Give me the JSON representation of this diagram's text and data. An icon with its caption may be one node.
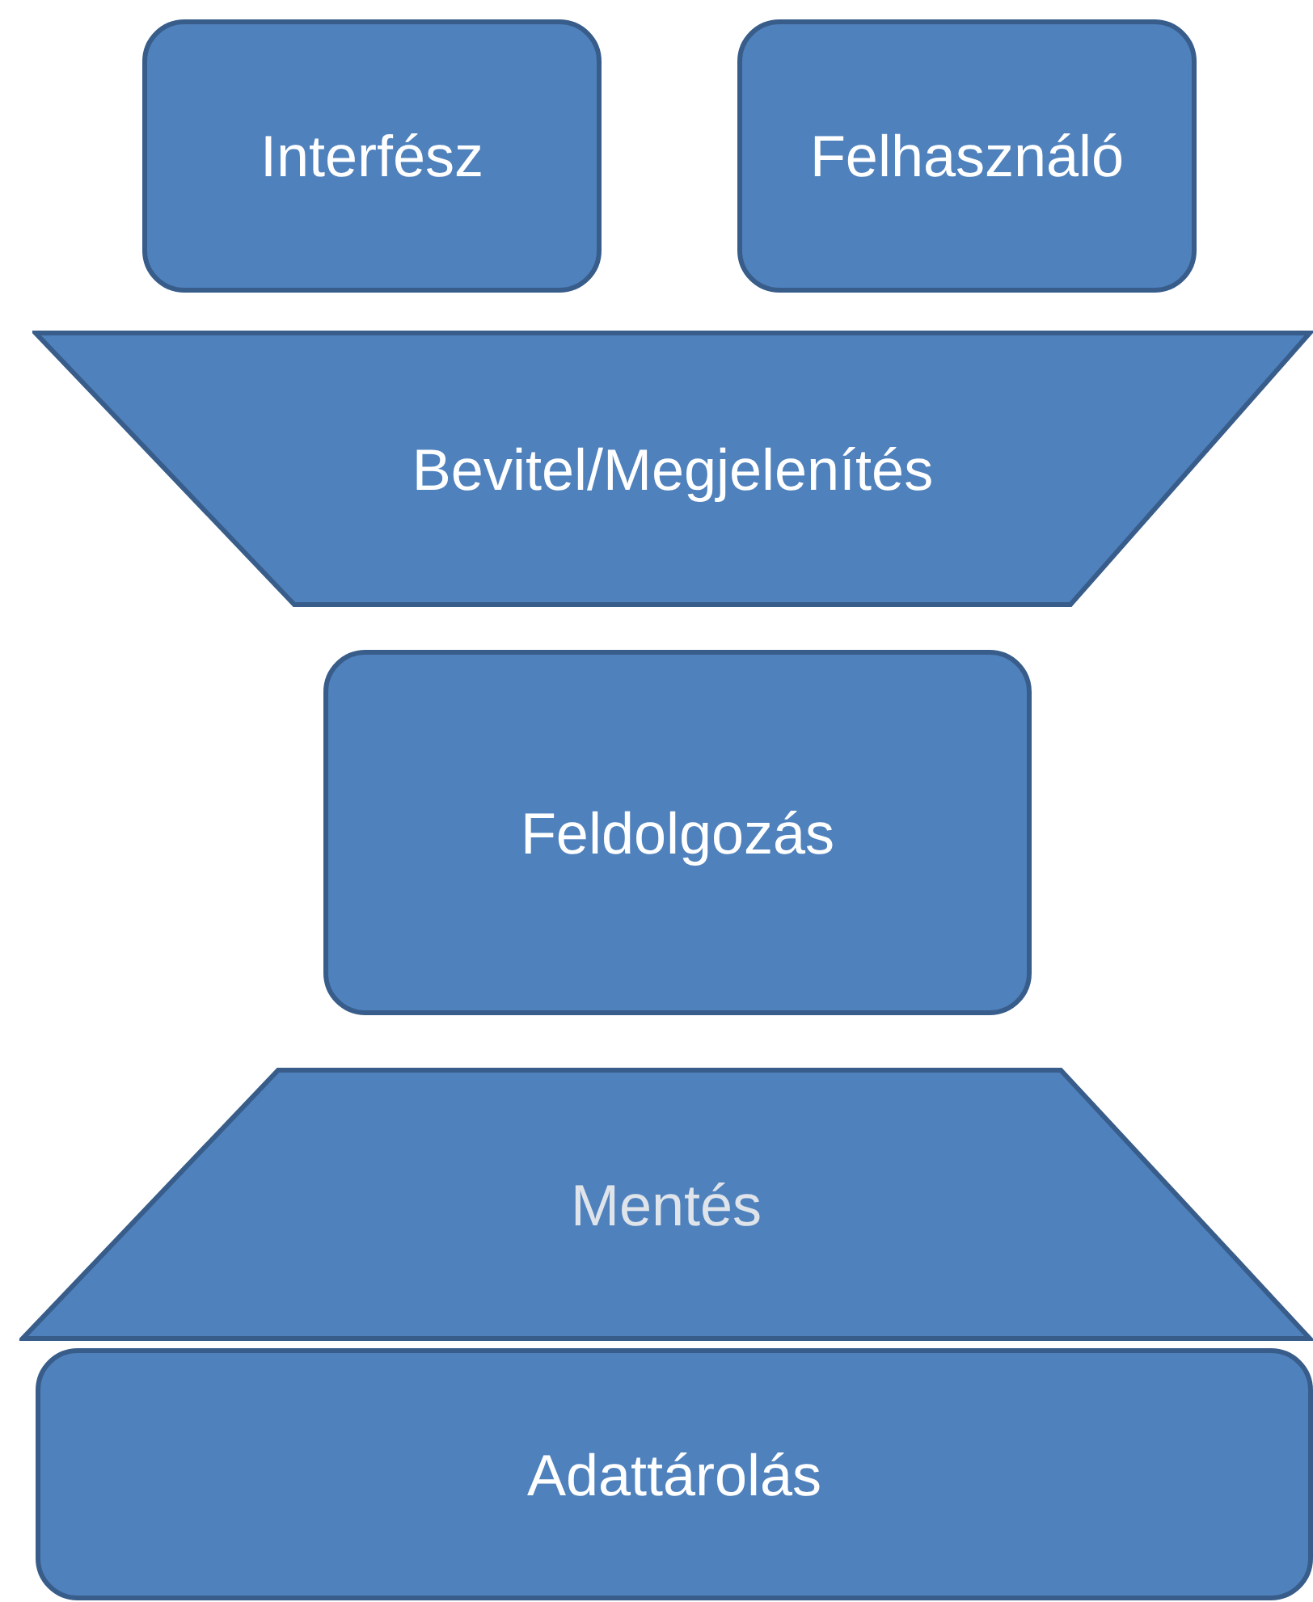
{
  "diagram": {
    "nodes": [
      {
        "text": [
          "Interfész"
        ]
      },
      {
        "text": [
          "Felhasználó"
        ]
      },
      {
        "text": [
          "Bevitel/Megjelenítés"
        ]
      },
      {
        "text": [
          "Feldolgozás"
        ]
      },
      {
        "text": [
          "Mentés"
        ]
      },
      {
        "text": [
          "Adattárolás"
        ]
      }
    ]
  }
}
